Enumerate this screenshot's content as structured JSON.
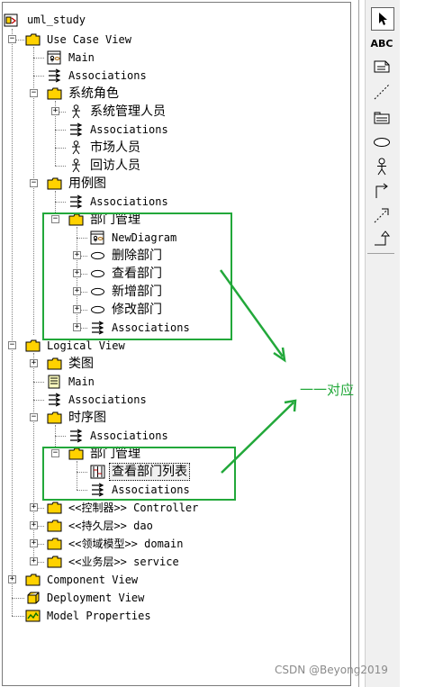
{
  "tree": {
    "root": "uml_study",
    "use_case_view": {
      "label": "Use Case View",
      "main": "Main",
      "associations": "Associations",
      "actors_pkg": {
        "label": "系统角色",
        "items": [
          "系统管理人员",
          "Associations",
          "市场人员",
          "回访人员"
        ]
      },
      "usecase_pkg": {
        "label": "用例图",
        "associations": "Associations",
        "dept_pkg": {
          "label": "部门管理",
          "items": [
            "NewDiagram",
            "删除部门",
            "查看部门",
            "新增部门",
            "修改部门",
            "Associations"
          ]
        }
      }
    },
    "logical_view": {
      "label": "Logical View",
      "class_pkg": "类图",
      "main": "Main",
      "associations": "Associations",
      "seq_pkg": {
        "label": "时序图",
        "associations": "Associations",
        "dept_pkg": {
          "label": "部门管理",
          "items": [
            "查看部门列表",
            "Associations"
          ]
        }
      },
      "stereo_pkgs": [
        "<<控制器>> Controller",
        "<<持久层>> dao",
        "<<领域模型>> domain",
        "<<业务层>> service"
      ]
    },
    "component_view": "Component View",
    "deployment_view": "Deployment View",
    "model_properties": "Model Properties"
  },
  "toolbar": {
    "text_tool": "ABC",
    "tools": [
      "selection-arrow",
      "text",
      "note",
      "anchor-note",
      "package",
      "use-case",
      "actor",
      "unidirectional-association",
      "dependency",
      "generalization"
    ]
  },
  "annotation": "一一对应",
  "watermark": "CSDN @Beyong2019",
  "colors": {
    "highlight": "#22a83a",
    "folder": "#ffd200"
  }
}
